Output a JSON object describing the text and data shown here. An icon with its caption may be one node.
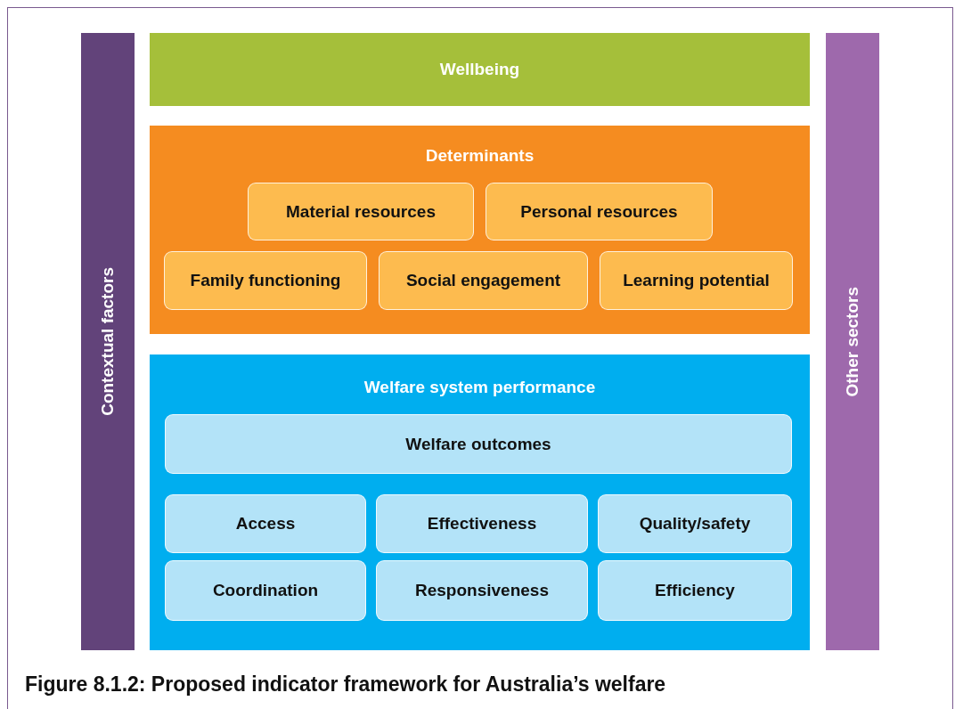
{
  "diagram": {
    "caption": "Figure 8.1.2: Proposed indicator framework for Australia’s welfare",
    "nodes": [
      {
        "text": [
          "Contextual factors"
        ]
      },
      {
        "text": [
          "Wellbeing"
        ]
      },
      {
        "text": [
          "Determinants"
        ]
      },
      {
        "text": [
          "Material resources"
        ],
        "in": 2
      },
      {
        "text": [
          "Personal resources"
        ],
        "in": 2
      },
      {
        "text": [
          "Family functioning"
        ],
        "in": 2
      },
      {
        "text": [
          "Social engagement"
        ],
        "in": 2
      },
      {
        "text": [
          "Learning potential"
        ],
        "in": 2
      },
      {
        "text": [
          "Welfare system performance"
        ]
      },
      {
        "text": [
          "Welfare outcomes"
        ],
        "in": 8
      },
      {
        "text": [
          "Access"
        ],
        "in": 8
      },
      {
        "text": [
          "Effectiveness"
        ],
        "in": 8
      },
      {
        "text": [
          "Quality/safety"
        ],
        "in": 8
      },
      {
        "text": [
          "Coordination"
        ],
        "in": 8
      },
      {
        "text": [
          "Responsiveness"
        ],
        "in": 8
      },
      {
        "text": [
          "Efficiency"
        ],
        "in": 8
      },
      {
        "text": [
          "Other sectors"
        ]
      }
    ],
    "edges": []
  }
}
